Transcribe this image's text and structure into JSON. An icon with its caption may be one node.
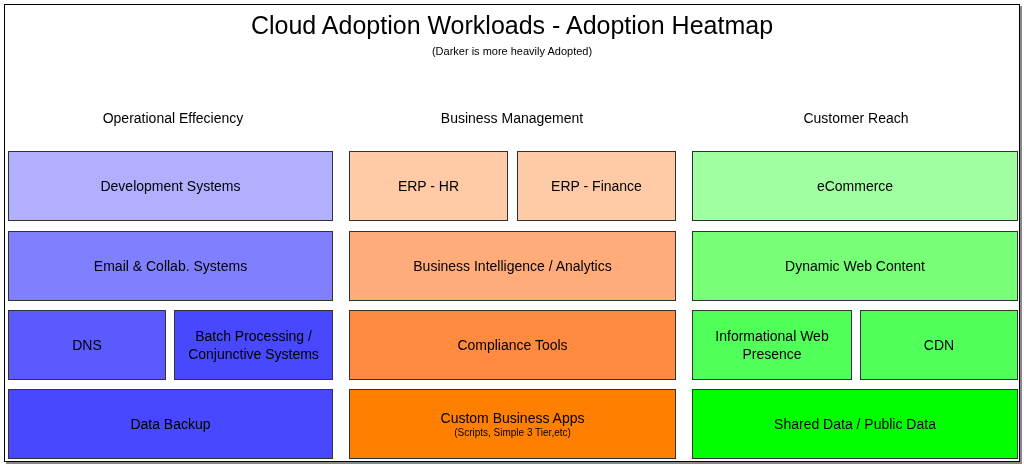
{
  "diagram": {
    "title": "Cloud Adoption Workloads - Adoption Heatmap",
    "nodes": [
      {
        "text": [
          "Development Systems"
        ]
      },
      {
        "text": [
          "ERP - HR"
        ]
      },
      {
        "text": [
          "ERP - Finance"
        ]
      },
      {
        "text": [
          "eCommerce"
        ]
      },
      {
        "text": [
          "Email & Collab. Systems"
        ]
      },
      {
        "text": [
          "Business Intelligence / Analytics"
        ]
      },
      {
        "text": [
          "Dynamic Web Content"
        ]
      },
      {
        "text": [
          "DNS"
        ]
      },
      {
        "text": [
          "Batch Processing / Conjunctive Systems"
        ]
      },
      {
        "text": [
          "Compliance Tools"
        ]
      },
      {
        "text": [
          "Informational Web Presence"
        ]
      },
      {
        "text": [
          "CDN"
        ]
      },
      {
        "text": [
          "Data Backup"
        ]
      },
      {
        "text": [
          "Custom Business Apps",
          "(Scripts, Simple 3 Tier,etc)"
        ]
      },
      {
        "text": [
          "Shared Data / Public Data"
        ]
      }
    ],
    "labels": [
      "(Darker is more heavily Adopted)",
      "Operational Effeciency",
      "Business Management",
      "Customer Reach"
    ]
  }
}
